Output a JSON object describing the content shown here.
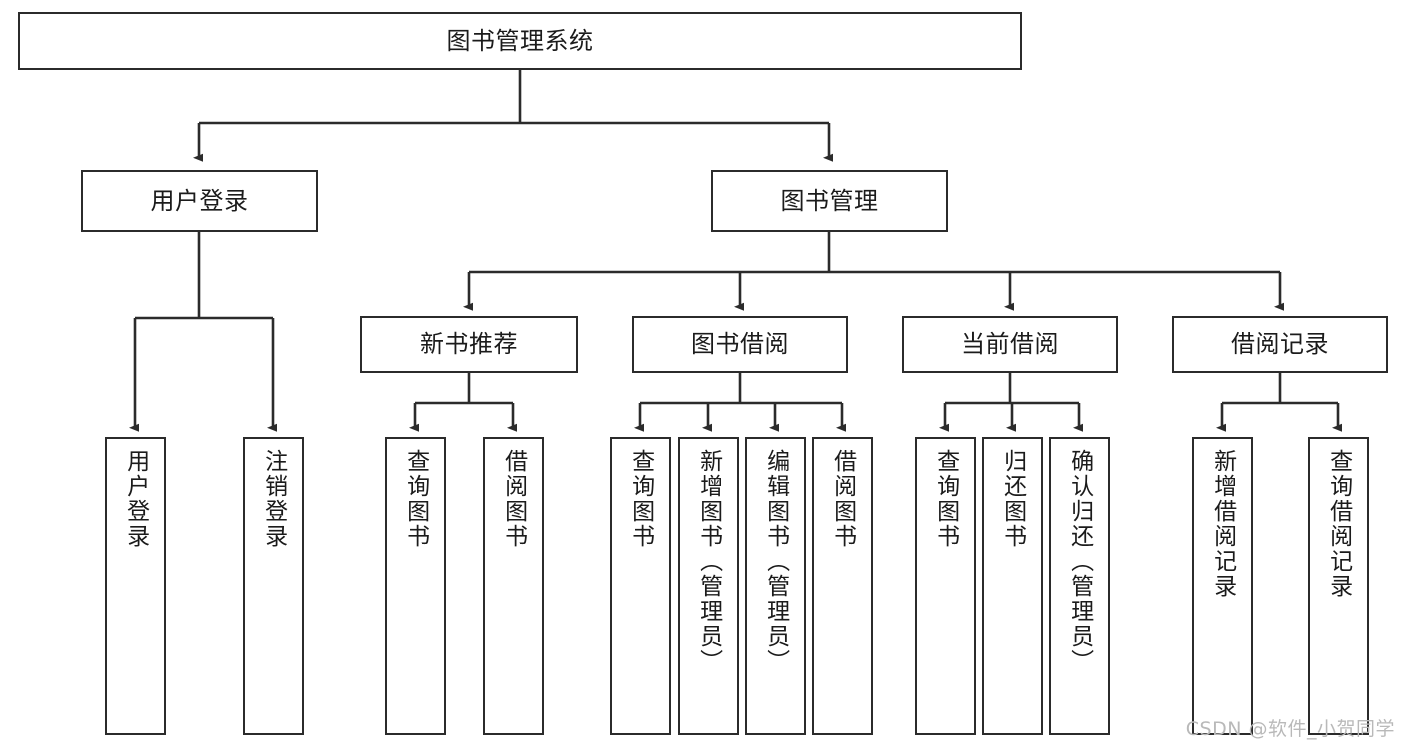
{
  "diagram": {
    "type": "tree-hierarchy-flowchart",
    "title": "图书管理系统",
    "watermark": "CSDN @软件_小贺同学",
    "colors": {
      "box_border": "#2b2b2b",
      "box_fill": "#ffffff",
      "connector": "#2b2b2b",
      "text": "#1b1b1b",
      "watermark": "#b9b9b9",
      "background": "#ffffff"
    },
    "levels": {
      "root": {
        "label": "图书管理系统"
      },
      "level2": [
        {
          "label": "用户登录"
        },
        {
          "label": "图书管理"
        }
      ],
      "level3": [
        {
          "label": "新书推荐"
        },
        {
          "label": "图书借阅"
        },
        {
          "label": "当前借阅"
        },
        {
          "label": "借阅记录"
        }
      ]
    },
    "leaves": {
      "user_login": [
        {
          "label": "用户登录"
        },
        {
          "label": "注销登录"
        }
      ],
      "new_book_recommend": [
        {
          "label": "查询图书"
        },
        {
          "label": "借阅图书"
        }
      ],
      "book_borrow": [
        {
          "label": "查询图书"
        },
        {
          "label": "新增图书（管理员）"
        },
        {
          "label": "编辑图书（管理员）"
        },
        {
          "label": "借阅图书"
        }
      ],
      "current_borrow": [
        {
          "label": "查询图书"
        },
        {
          "label": "归还图书"
        },
        {
          "label": "确认归还（管理员）"
        }
      ],
      "borrow_records": [
        {
          "label": "新增借阅记录"
        },
        {
          "label": "查询借阅记录"
        }
      ]
    }
  }
}
